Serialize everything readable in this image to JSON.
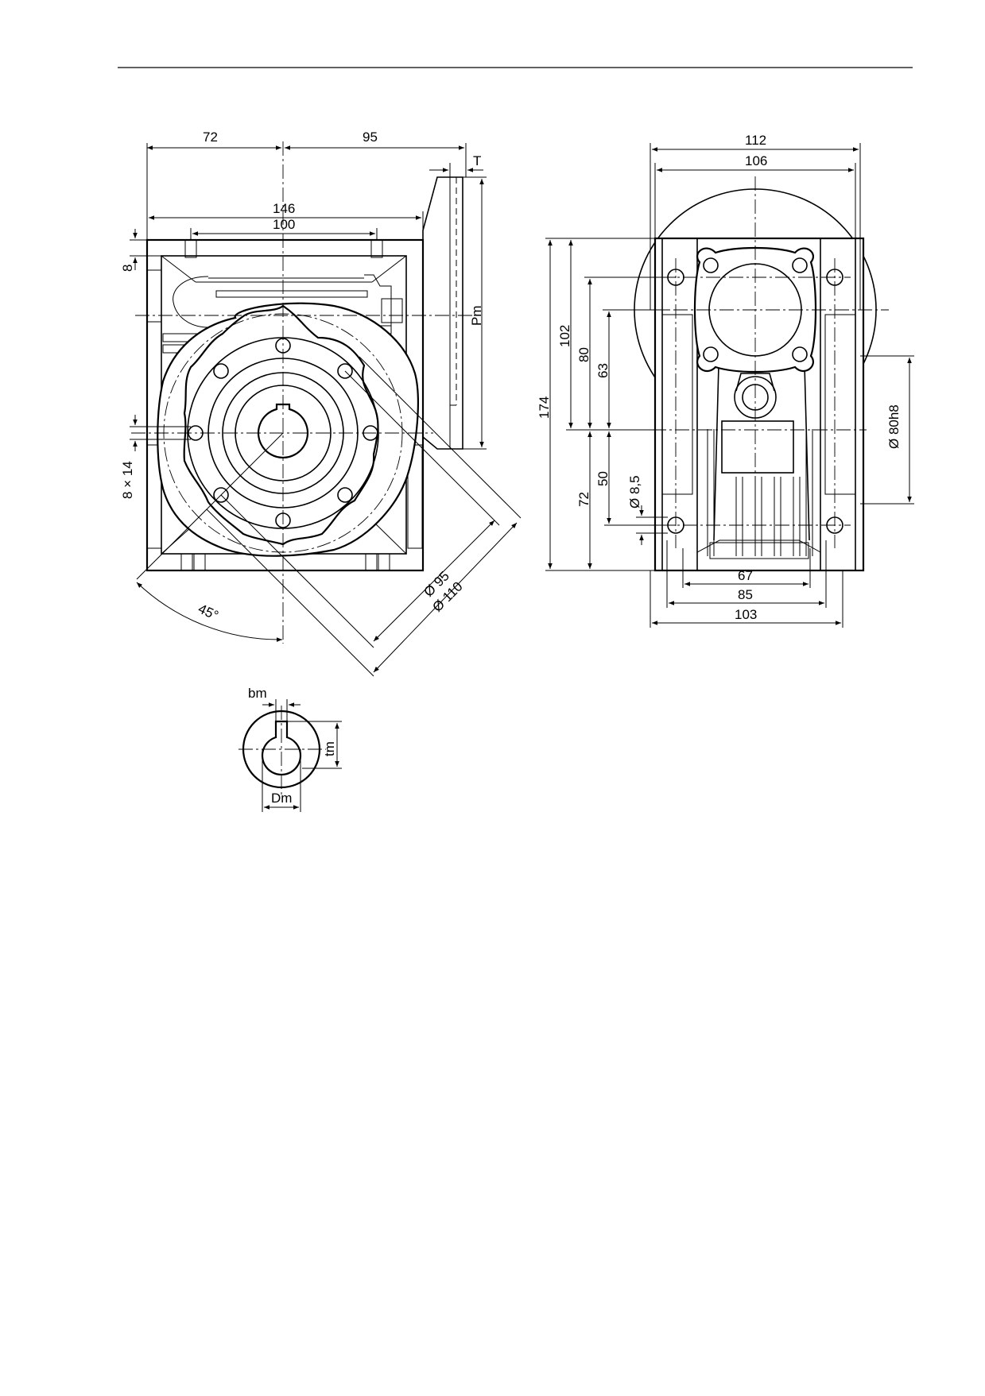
{
  "dimensions": {
    "side_view": {
      "d72_top": "72",
      "d95_top": "95",
      "d_T": "T",
      "d146": "146",
      "d100": "100",
      "d8": "8",
      "d_Pm": "Pm",
      "d8x14": "8 × 14",
      "d45": "45°",
      "d_phi95": "Ø 95",
      "d_phi110": "Ø 110"
    },
    "front_view": {
      "d112": "112",
      "d106": "106",
      "d174": "174",
      "d102": "102",
      "d80": "80",
      "d63": "63",
      "d72": "72",
      "d50": "50",
      "d_phi8_5": "Ø 8,5",
      "d_phi80h8": "Ø 80h8",
      "d67": "67",
      "d85": "85",
      "d103": "103"
    },
    "shaft_detail": {
      "d_bm": "bm",
      "d_tm": "tm",
      "d_Dm": "Dm"
    }
  }
}
